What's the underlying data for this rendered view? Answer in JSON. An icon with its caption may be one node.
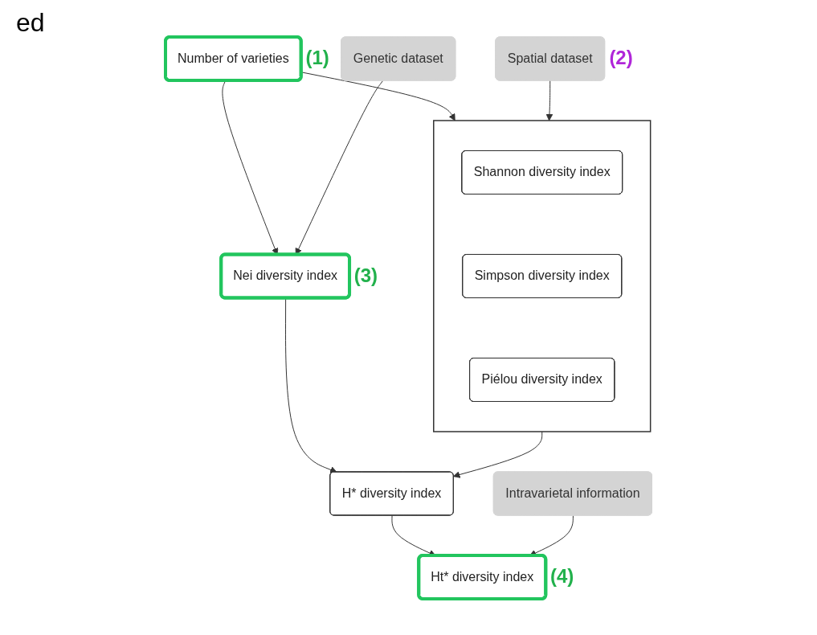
{
  "diagram": {
    "nodes": [
      {
        "text": [
          "Number of varieties"
        ],
        "beside": [
          "(1)"
        ]
      },
      {
        "text": [],
        "shape": "box"
      },
      {
        "text": [
          "Shannon diversity index"
        ],
        "in": 1
      },
      {
        "text": [
          "Simpson diversity index"
        ],
        "in": 1
      },
      {
        "text": [
          "Piélou diversity index"
        ],
        "in": 1
      },
      {
        "text": [
          "Spatial dataset"
        ],
        "beside": [
          "(2)"
        ]
      },
      {
        "text": [
          "Nei diversity index"
        ],
        "beside": [
          "(3)"
        ]
      },
      {
        "text": [
          "Genetic dataset"
        ]
      },
      {
        "text": [
          "H* diversity index"
        ]
      },
      {
        "text": [
          "Ht* diversity index"
        ],
        "beside": [
          "(4)"
        ]
      },
      {
        "text": [
          "Intravarietal information"
        ]
      }
    ],
    "edges": [
      {
        "from": 0,
        "to": 1,
        "arrow": "to"
      },
      {
        "from": 0,
        "to": 6,
        "arrow": "to"
      },
      {
        "from": 5,
        "to": 1,
        "arrow": "to"
      },
      {
        "from": 7,
        "to": 6,
        "arrow": "to"
      },
      {
        "from": 1,
        "to": 8,
        "arrow": "to"
      },
      {
        "from": 6,
        "to": 8,
        "arrow": "to"
      },
      {
        "from": 8,
        "to": 9,
        "arrow": "to"
      },
      {
        "from": 10,
        "to": 9,
        "arrow": "to"
      }
    ],
    "labels": [
      "ed"
    ]
  }
}
